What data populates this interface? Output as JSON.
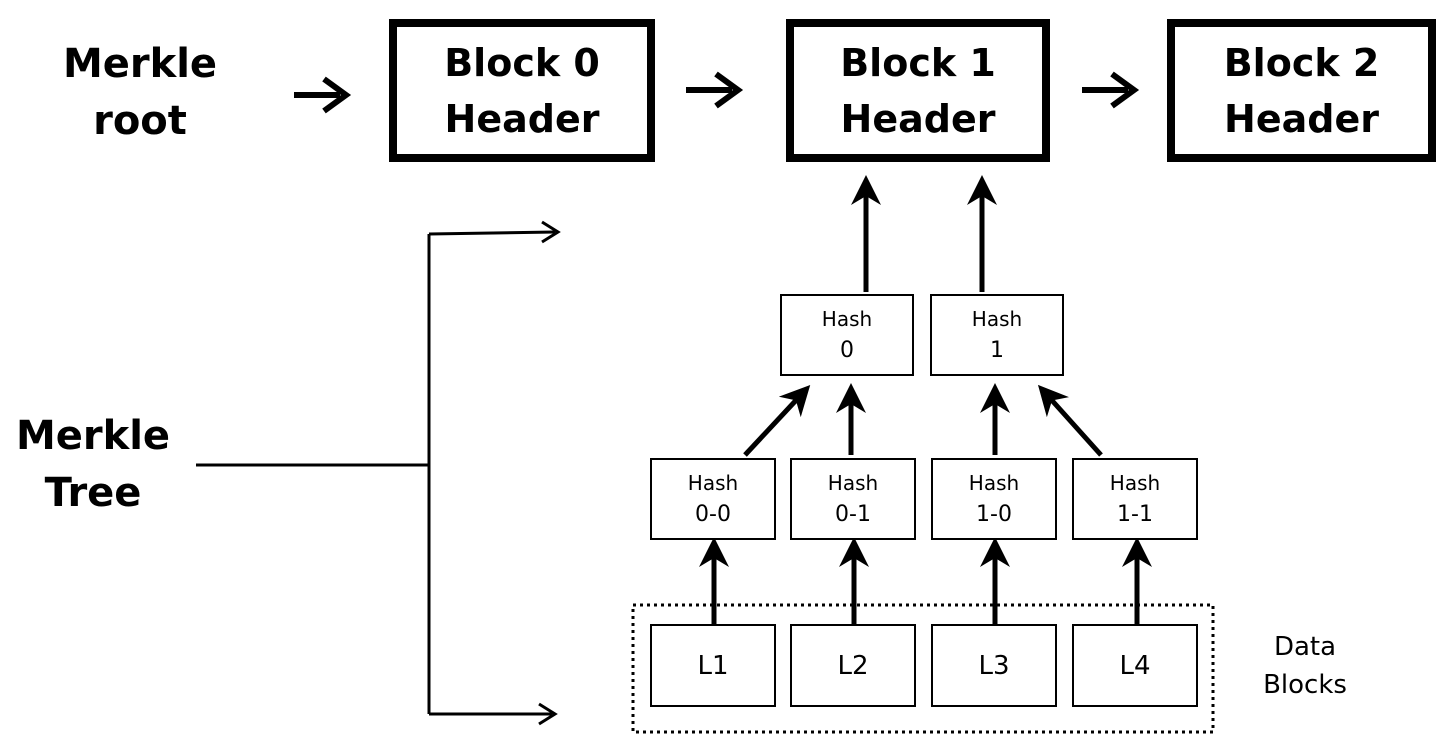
{
  "merkle_root": {
    "line1": "Merkle",
    "line2": "root"
  },
  "merkle_tree": {
    "line1": "Merkle",
    "line2": "Tree"
  },
  "blocks": [
    {
      "line1": "Block 0",
      "line2": "Header"
    },
    {
      "line1": "Block 1",
      "line2": "Header"
    },
    {
      "line1": "Block 2",
      "line2": "Header"
    }
  ],
  "hash_top": [
    {
      "label": "Hash",
      "id": "0"
    },
    {
      "label": "Hash",
      "id": "1"
    }
  ],
  "hash_mid": [
    {
      "label": "Hash",
      "id": "0-0"
    },
    {
      "label": "Hash",
      "id": "0-1"
    },
    {
      "label": "Hash",
      "id": "1-0"
    },
    {
      "label": "Hash",
      "id": "1-1"
    }
  ],
  "leaves": [
    "L1",
    "L2",
    "L3",
    "L4"
  ],
  "data_blocks": {
    "line1": "Data",
    "line2": "Blocks"
  }
}
